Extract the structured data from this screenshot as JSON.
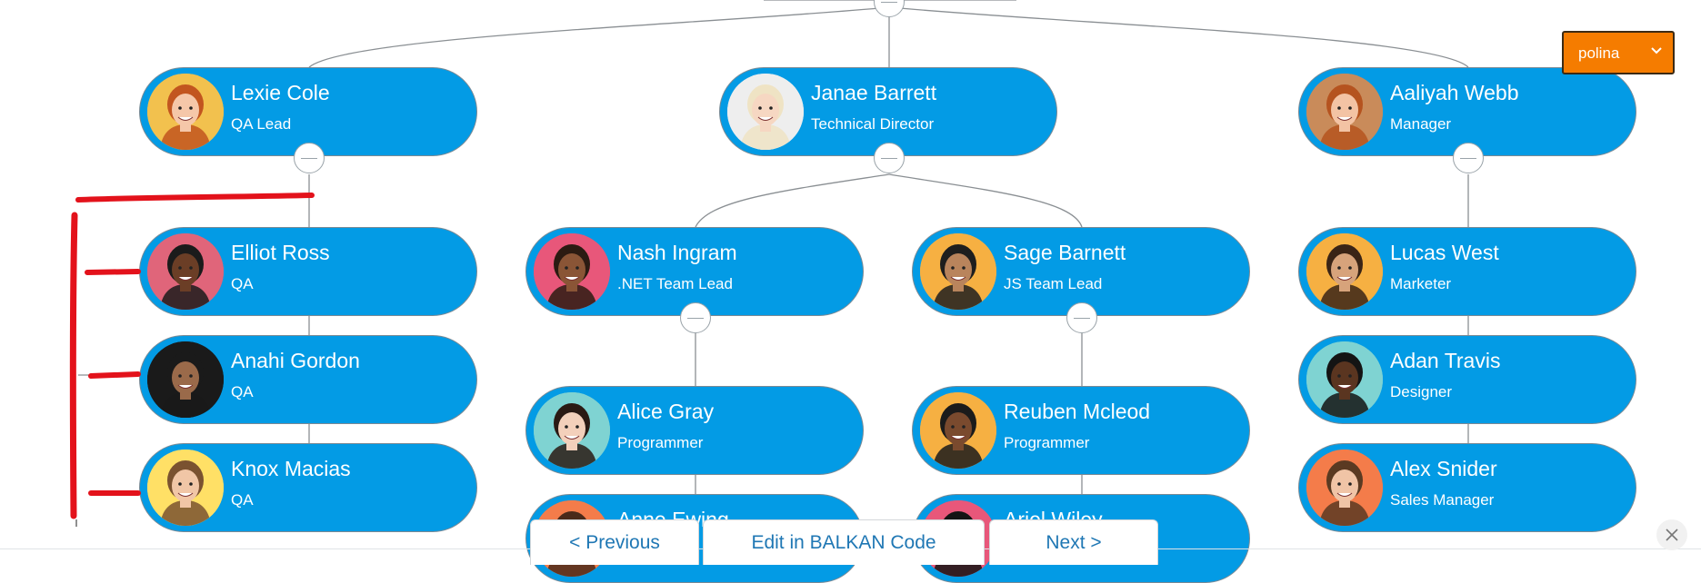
{
  "user_select": {
    "value": "polina"
  },
  "nodes": [
    {
      "id": "lexie",
      "name": "Lexie Cole",
      "title": "QA Lead",
      "avatar_bg": "#f2c14e",
      "hair": "#c2551f",
      "skin": "#f5c7a9"
    },
    {
      "id": "janae",
      "name": "Janae Barrett",
      "title": "Technical Director",
      "avatar_bg": "#eeeeee",
      "hair": "#efe3c4",
      "skin": "#f6d7c2"
    },
    {
      "id": "aaliyah",
      "name": "Aaliyah Webb",
      "title": "Manager",
      "avatar_bg": "#c98b5a",
      "hair": "#b5531f",
      "skin": "#f3c3a4"
    },
    {
      "id": "elliot",
      "name": "Elliot Ross",
      "title": "QA",
      "avatar_bg": "#e0657a",
      "hair": "#1b1b1b",
      "skin": "#6b3e26"
    },
    {
      "id": "anahi",
      "name": "Anahi Gordon",
      "title": "QA",
      "avatar_bg": "#1a1a1a",
      "hair": "#1a1a1a",
      "skin": "#9a6a4a"
    },
    {
      "id": "knox",
      "name": "Knox Macias",
      "title": "QA",
      "avatar_bg": "#ffe066",
      "hair": "#7a5230",
      "skin": "#f1c6a6"
    },
    {
      "id": "nash",
      "name": "Nash Ingram",
      "title": ".NET Team Lead",
      "avatar_bg": "#e8577a",
      "hair": "#2b1b12",
      "skin": "#8a5536"
    },
    {
      "id": "sage",
      "name": "Sage Barnett",
      "title": "JS Team Lead",
      "avatar_bg": "#f6b042",
      "hair": "#1e1e1e",
      "skin": "#b9845c"
    },
    {
      "id": "lucas",
      "name": "Lucas West",
      "title": "Marketer",
      "avatar_bg": "#f6b042",
      "hair": "#3a2416",
      "skin": "#d7a37b"
    },
    {
      "id": "alice",
      "name": "Alice Gray",
      "title": "Programmer",
      "avatar_bg": "#7fd3d2",
      "hair": "#2a1a14",
      "skin": "#f3d0bb"
    },
    {
      "id": "reuben",
      "name": "Reuben Mcleod",
      "title": "Programmer",
      "avatar_bg": "#f6b042",
      "hair": "#1b1b1b",
      "skin": "#7a4a2e"
    },
    {
      "id": "adan",
      "name": "Adan Travis",
      "title": "Designer",
      "avatar_bg": "#7fd3d2",
      "hair": "#141414",
      "skin": "#5a3520"
    },
    {
      "id": "alex",
      "name": "Alex Snider",
      "title": "Sales Manager",
      "avatar_bg": "#f47c4a",
      "hair": "#5a3a22",
      "skin": "#f0c4a6"
    },
    {
      "id": "anne",
      "name": "Anne Ewing",
      "title": "",
      "avatar_bg": "#f47c4a",
      "hair": "#4a2a1a",
      "skin": "#f0c4a6"
    },
    {
      "id": "ariel",
      "name": "Ariel Wiley",
      "title": "",
      "avatar_bg": "#e8577a",
      "hair": "#141414",
      "skin": "#7a4a2e"
    }
  ],
  "nav": {
    "previous_label": "< Previous",
    "edit_label": "Edit in BALKAN Code",
    "next_label": "Next >"
  },
  "colors": {
    "node_fill": "#039be5",
    "select_fill": "#f57c00",
    "annotation": "#e3121b",
    "nav_text": "#1f77b4"
  }
}
